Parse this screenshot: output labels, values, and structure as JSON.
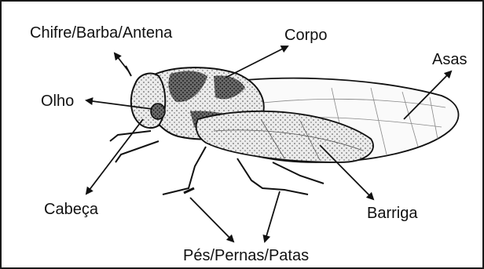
{
  "labels": {
    "antenna": "Chifre/Barba/Antena",
    "body": "Corpo",
    "wings": "Asas",
    "eye": "Olho",
    "head": "Cabeça",
    "belly": "Barriga",
    "legs": "Pés/Pernas/Patas"
  },
  "colors": {
    "ink": "#111111",
    "wing": "#fafafa",
    "body": "#d8d8d8"
  }
}
